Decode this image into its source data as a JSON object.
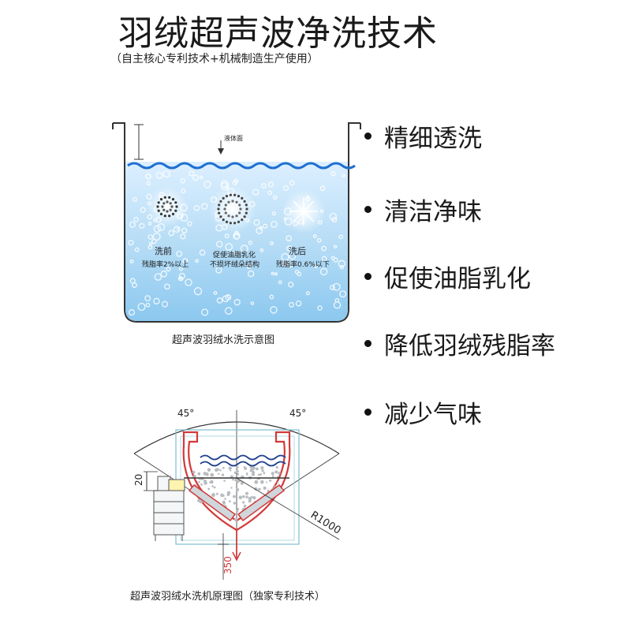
{
  "header": {
    "title": "羽绒超声波净洗技术",
    "subtitle": "（自主核心专利技术+机械制造生产使用）"
  },
  "features": [
    "精细透洗",
    "清洁净味",
    "促使油脂乳化",
    "降低羽绒残脂率",
    "减少气味"
  ],
  "tank_diagram": {
    "liquid_label": "液体面",
    "before_title": "洗前",
    "before_desc": "残脂率2%以上",
    "process_title": "促使油脂乳化",
    "process_desc": "不损坏绒朵结构",
    "after_title": "洗后",
    "after_desc": "残脂率0.6%以下",
    "caption": "超声波羽绒水洗示意图",
    "colors": {
      "water_top": "#dcefff",
      "water_bottom": "#8fcaf0",
      "wave": "#1f6fd0"
    }
  },
  "machine_diagram": {
    "angle_left": "45°",
    "angle_right": "45°",
    "dim_20": "20",
    "radius": "R1000",
    "dim_350": "350",
    "caption": "超声波羽绒水洗机原理图（独家专利技术）",
    "colors": {
      "outline": "#d23a3a",
      "frame": "#7fbfcf",
      "wave": "#1f3f8f"
    }
  }
}
